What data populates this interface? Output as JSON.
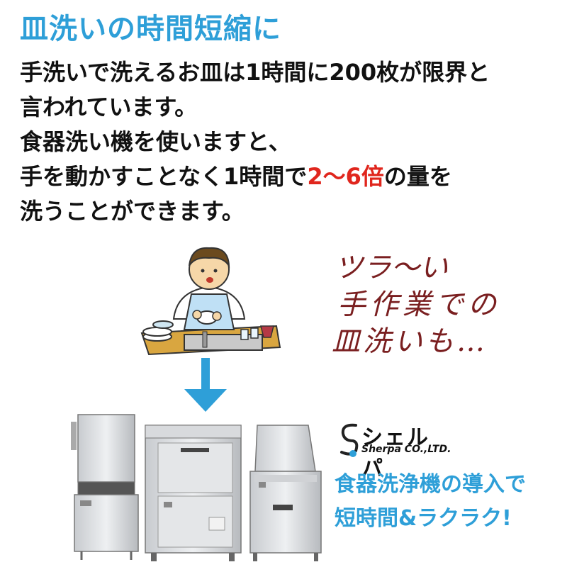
{
  "title": "皿洗いの時間短縮に",
  "body": {
    "line1": "手洗いで洗えるお皿は1時間に200枚が限界と",
    "line2": "言われています。",
    "line3": "食器洗い機を使いますと、",
    "line4_pre": "手を動かすことなく1時間で",
    "line4_highlight": "2〜6倍",
    "line4_post": "の量を",
    "line5": "洗うことができます。"
  },
  "handwritten": {
    "line1": "ツラ〜い",
    "line2": "手作業での",
    "line3": "皿洗いも…"
  },
  "logo": {
    "brand": "シェルパ",
    "sub": "Sherpa CO.,LTD."
  },
  "tagline": {
    "line1": "食器洗浄機の導入で",
    "line2": "短時間&ラクラク!"
  },
  "colors": {
    "accent": "#2e9fd8",
    "highlight": "#e0261d",
    "handwriting": "#7a1f20"
  }
}
